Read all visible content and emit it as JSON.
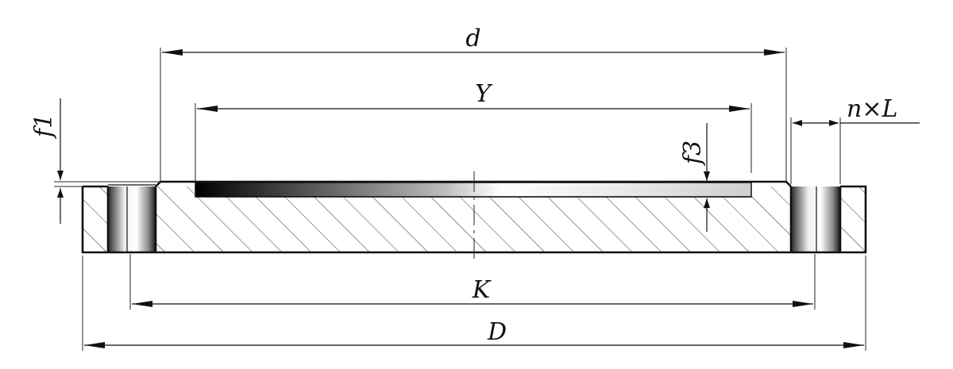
{
  "dimensions": {
    "d": "d",
    "Y": "Y",
    "K": "K",
    "D": "D",
    "f1": "f1",
    "f3": "f3",
    "nL": "n×L"
  }
}
